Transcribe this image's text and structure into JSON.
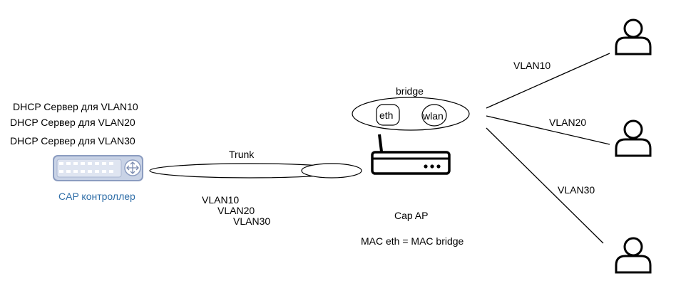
{
  "dhcp_lines": [
    "DHCP Сервер для VLAN10",
    "DHCP Сервер для  VLAN20",
    "DHCP Сервер для  VLAN30"
  ],
  "controller_label": "CAP контроллер",
  "trunk_label": "Trunk",
  "trunk_vlans": [
    "VLAN10",
    "VLAN20",
    "VLAN30"
  ],
  "bridge": {
    "label": "bridge",
    "eth": "eth",
    "wlan": "wlan"
  },
  "ap_label": "Cap AP",
  "mac_note": "MAC eth = MAC bridge",
  "client_vlans": [
    "VLAN10",
    "VLAN20",
    "VLAN30"
  ],
  "colors": {
    "stroke": "#000000",
    "switch_body": "#c9d3e6",
    "switch_border": "#8b9cc0",
    "controller_text": "#2f6ea8"
  },
  "icons": [
    "switch-icon",
    "access-point-icon",
    "user-icon"
  ]
}
